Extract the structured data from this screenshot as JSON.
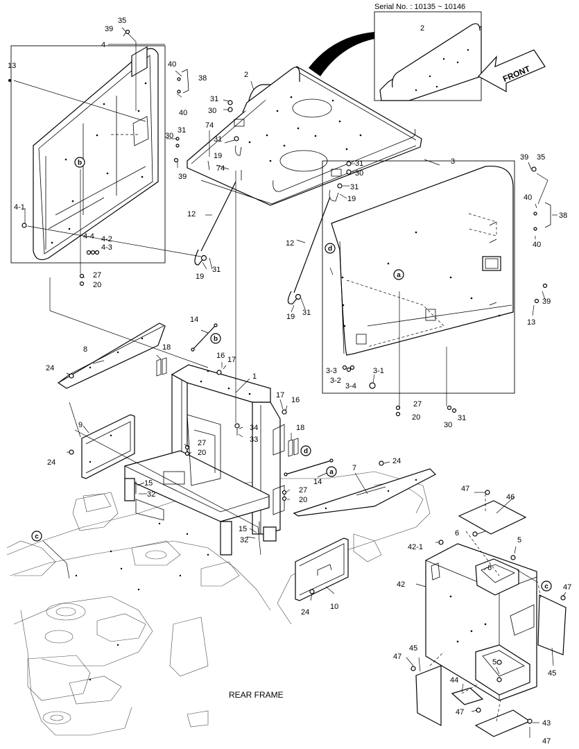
{
  "inset": {
    "serial_label": "Serial No. : 10135 ~ 10146",
    "front_label": "FRONT"
  },
  "footer": {
    "rear_frame_label": "REAR FRAME"
  },
  "circle_refs": {
    "a": "a",
    "b": "b",
    "c": "c",
    "d": "d"
  },
  "callouts": {
    "p1": "1",
    "p2": "2",
    "p2_inset": "2",
    "p3": "3",
    "p3_1": "3-1",
    "p3_2": "3-2",
    "p3_3": "3-3",
    "p3_4": "3-4",
    "p4": "4",
    "p4_1": "4-1",
    "p4_2": "4-2",
    "p4_3": "4-3",
    "p4_4": "4-4",
    "p5a": "5",
    "p5b": "5",
    "p6a": "6",
    "p6b": "6",
    "p7": "7",
    "p8": "8",
    "p9": "9",
    "p10": "10",
    "p12a": "12",
    "p12b": "12",
    "p13a": "13",
    "p13b": "13",
    "p14a": "14",
    "p14b": "14",
    "p15a": "15",
    "p15b": "15",
    "p16a": "16",
    "p16b": "16",
    "p17a": "17",
    "p17b": "17",
    "p18a": "18",
    "p18b": "18",
    "p19a": "19",
    "p19b": "19",
    "p19c": "19",
    "p19d": "19",
    "p20a": "20",
    "p20b": "20",
    "p20c": "20",
    "p20d": "20",
    "p24a": "24",
    "p24b": "24",
    "p24c": "24",
    "p24d": "24",
    "p27a": "27",
    "p27b": "27",
    "p27c": "27",
    "p27d": "27",
    "p30a": "30",
    "p30b": "30",
    "p30c": "30",
    "p30d": "30",
    "p31a": "31",
    "p31b": "31",
    "p31c": "31",
    "p31d": "31",
    "p31e": "31",
    "p31f": "31",
    "p31g": "31",
    "p31h": "31",
    "p32a": "32",
    "p32b": "32",
    "p33": "33",
    "p34": "34",
    "p35a": "35",
    "p35b": "35",
    "p38a": "38",
    "p38b": "38",
    "p39a": "39",
    "p39b": "39",
    "p39c": "39",
    "p39d": "39",
    "p40a": "40",
    "p40b": "40",
    "p40c": "40",
    "p40d": "40",
    "p42": "42",
    "p42_1": "42-1",
    "p43": "43",
    "p44": "44",
    "p45a": "45",
    "p45b": "45",
    "p46": "46",
    "p47a": "47",
    "p47b": "47",
    "p47c": "47",
    "p47d": "47",
    "p47e": "47",
    "p74a": "74",
    "p74b": "74"
  }
}
